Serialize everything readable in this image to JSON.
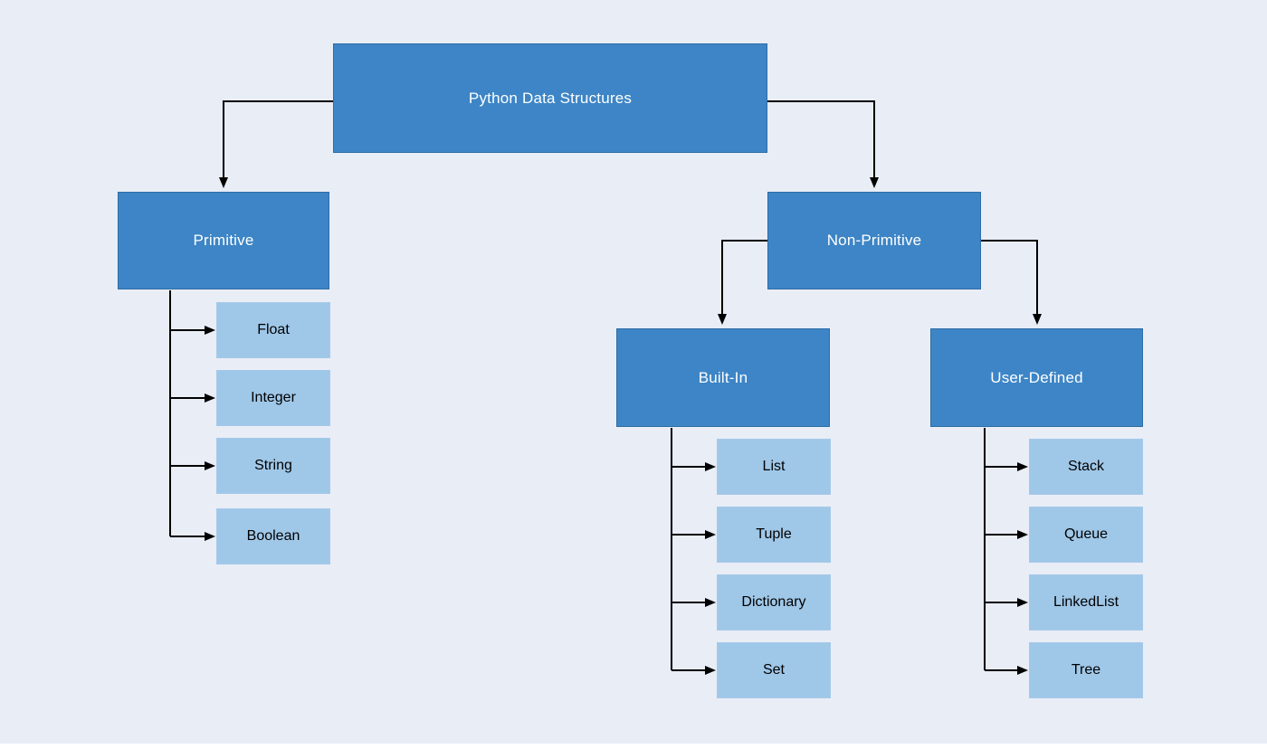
{
  "diagram": {
    "title": "Python Data Structures",
    "colors": {
      "background": "#e9edf6",
      "node_fill_dark": "#3d85c6",
      "node_border_dark": "#2e6da4",
      "node_text_dark": "#ffffff",
      "node_fill_light": "#9fc7e8",
      "node_border_light": "#a6c9e9",
      "node_text_light": "#000000",
      "connector": "#000000"
    },
    "nodes": {
      "root": {
        "label": "Python Data Structures",
        "children": [
          "Primitive",
          "Non-Primitive"
        ]
      },
      "primitive": {
        "label": "Primitive",
        "parent": "Python Data Structures",
        "children": [
          "Float",
          "Integer",
          "String",
          "Boolean"
        ]
      },
      "non_primitive": {
        "label": "Non-Primitive",
        "parent": "Python Data Structures",
        "children": [
          "Built-In",
          "User-Defined"
        ]
      },
      "built_in": {
        "label": "Built-In",
        "parent": "Non-Primitive",
        "children": [
          "List",
          "Tuple",
          "Dictionary",
          "Set"
        ]
      },
      "user_defined": {
        "label": "User-Defined",
        "parent": "Non-Primitive",
        "children": [
          "Stack",
          "Queue",
          "LinkedList",
          "Tree"
        ]
      },
      "float": {
        "label": "Float",
        "parent": "Primitive"
      },
      "integer": {
        "label": "Integer",
        "parent": "Primitive"
      },
      "string": {
        "label": "String",
        "parent": "Primitive"
      },
      "boolean": {
        "label": "Boolean",
        "parent": "Primitive"
      },
      "list": {
        "label": "List",
        "parent": "Built-In"
      },
      "tuple": {
        "label": "Tuple",
        "parent": "Built-In"
      },
      "dictionary": {
        "label": "Dictionary",
        "parent": "Built-In"
      },
      "set": {
        "label": "Set",
        "parent": "Built-In"
      },
      "stack": {
        "label": "Stack",
        "parent": "User-Defined"
      },
      "queue": {
        "label": "Queue",
        "parent": "User-Defined"
      },
      "linked_list": {
        "label": "LinkedList",
        "parent": "User-Defined"
      },
      "tree": {
        "label": "Tree",
        "parent": "User-Defined"
      }
    }
  }
}
